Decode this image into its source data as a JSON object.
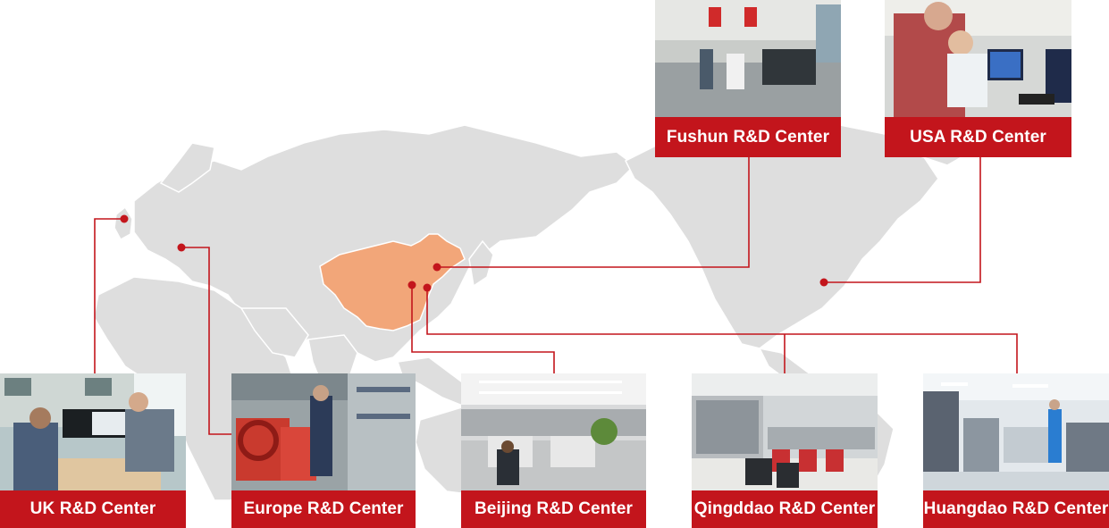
{
  "centers": {
    "fushun": {
      "label": "Fushun R&D Center"
    },
    "usa": {
      "label": "USA R&D Center"
    },
    "uk": {
      "label": "UK R&D Center"
    },
    "europe": {
      "label": "Europe R&D Center"
    },
    "beijing": {
      "label": "Beijing R&D Center"
    },
    "qingdao": {
      "label": "Qingddao R&D Center"
    },
    "huangdao": {
      "label": "Huangdao R&D Center"
    }
  },
  "colors": {
    "land": "#dedede",
    "highlight_country": "#f2a679",
    "accent": "#c3151c",
    "connector": "#c3151c"
  }
}
